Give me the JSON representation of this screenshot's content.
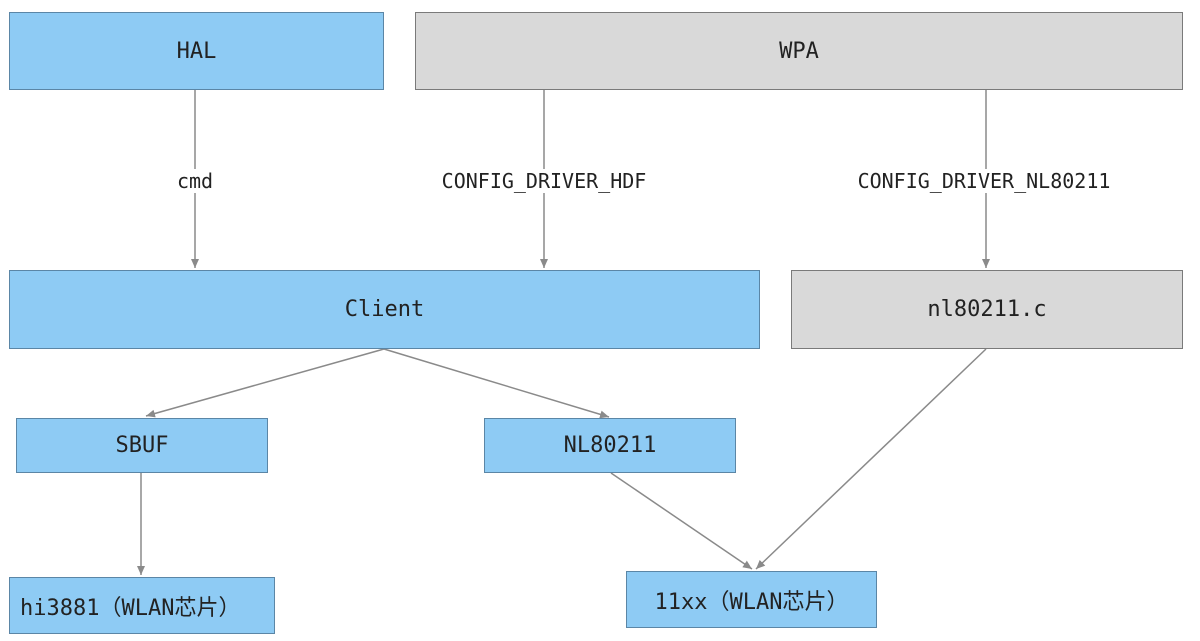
{
  "nodes": {
    "hal": "HAL",
    "wpa": "WPA",
    "client": "Client",
    "nl180211c": "nl80211.c",
    "sbuf": "SBUF",
    "nl80211": "NL80211",
    "hi3881": "hi3881（WLAN芯片）",
    "11xx": "11xx（WLAN芯片）"
  },
  "edge_labels": {
    "cmd": "cmd",
    "config_hdf": "CONFIG_DRIVER_HDF",
    "config_nl80211": "CONFIG_DRIVER_NL80211"
  },
  "colors": {
    "blue_fill": "#8ecbf4",
    "gray_fill": "#d9d9d9",
    "arrow": "#8a8a8a"
  }
}
